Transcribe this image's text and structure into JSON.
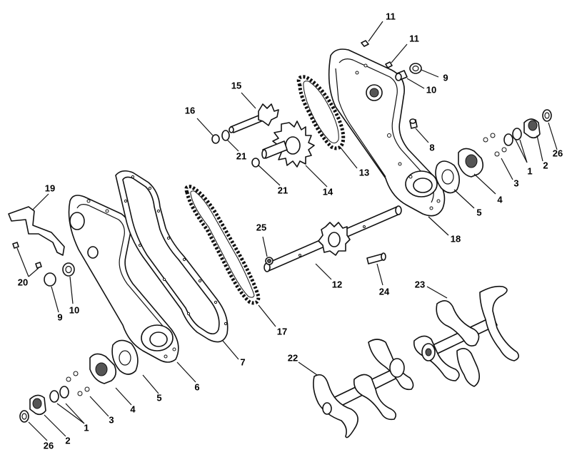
{
  "callouts": [
    {
      "id": "c11a",
      "text": "11"
    },
    {
      "id": "c11b",
      "text": "11"
    },
    {
      "id": "c9a",
      "text": "9"
    },
    {
      "id": "c10a",
      "text": "10"
    },
    {
      "id": "c15",
      "text": "15"
    },
    {
      "id": "c16",
      "text": "16"
    },
    {
      "id": "c21a",
      "text": "21"
    },
    {
      "id": "c21b",
      "text": "21"
    },
    {
      "id": "c14",
      "text": "14"
    },
    {
      "id": "c13",
      "text": "13"
    },
    {
      "id": "c8",
      "text": "8"
    },
    {
      "id": "c26a",
      "text": "26"
    },
    {
      "id": "c2a",
      "text": "2"
    },
    {
      "id": "c1a",
      "text": "1"
    },
    {
      "id": "c3a",
      "text": "3"
    },
    {
      "id": "c4a",
      "text": "4"
    },
    {
      "id": "c5a",
      "text": "5"
    },
    {
      "id": "c18",
      "text": "18"
    },
    {
      "id": "c19",
      "text": "19"
    },
    {
      "id": "c20",
      "text": "20"
    },
    {
      "id": "c9b",
      "text": "9"
    },
    {
      "id": "c10b",
      "text": "10"
    },
    {
      "id": "c25",
      "text": "25"
    },
    {
      "id": "c12",
      "text": "12"
    },
    {
      "id": "c24",
      "text": "24"
    },
    {
      "id": "c23",
      "text": "23"
    },
    {
      "id": "c17",
      "text": "17"
    },
    {
      "id": "c7",
      "text": "7"
    },
    {
      "id": "c6",
      "text": "6"
    },
    {
      "id": "c22",
      "text": "22"
    },
    {
      "id": "c5b",
      "text": "5"
    },
    {
      "id": "c4b",
      "text": "4"
    },
    {
      "id": "c3b",
      "text": "3"
    },
    {
      "id": "c1b",
      "text": "1"
    },
    {
      "id": "c2b",
      "text": "2"
    },
    {
      "id": "c26b",
      "text": "26"
    }
  ]
}
